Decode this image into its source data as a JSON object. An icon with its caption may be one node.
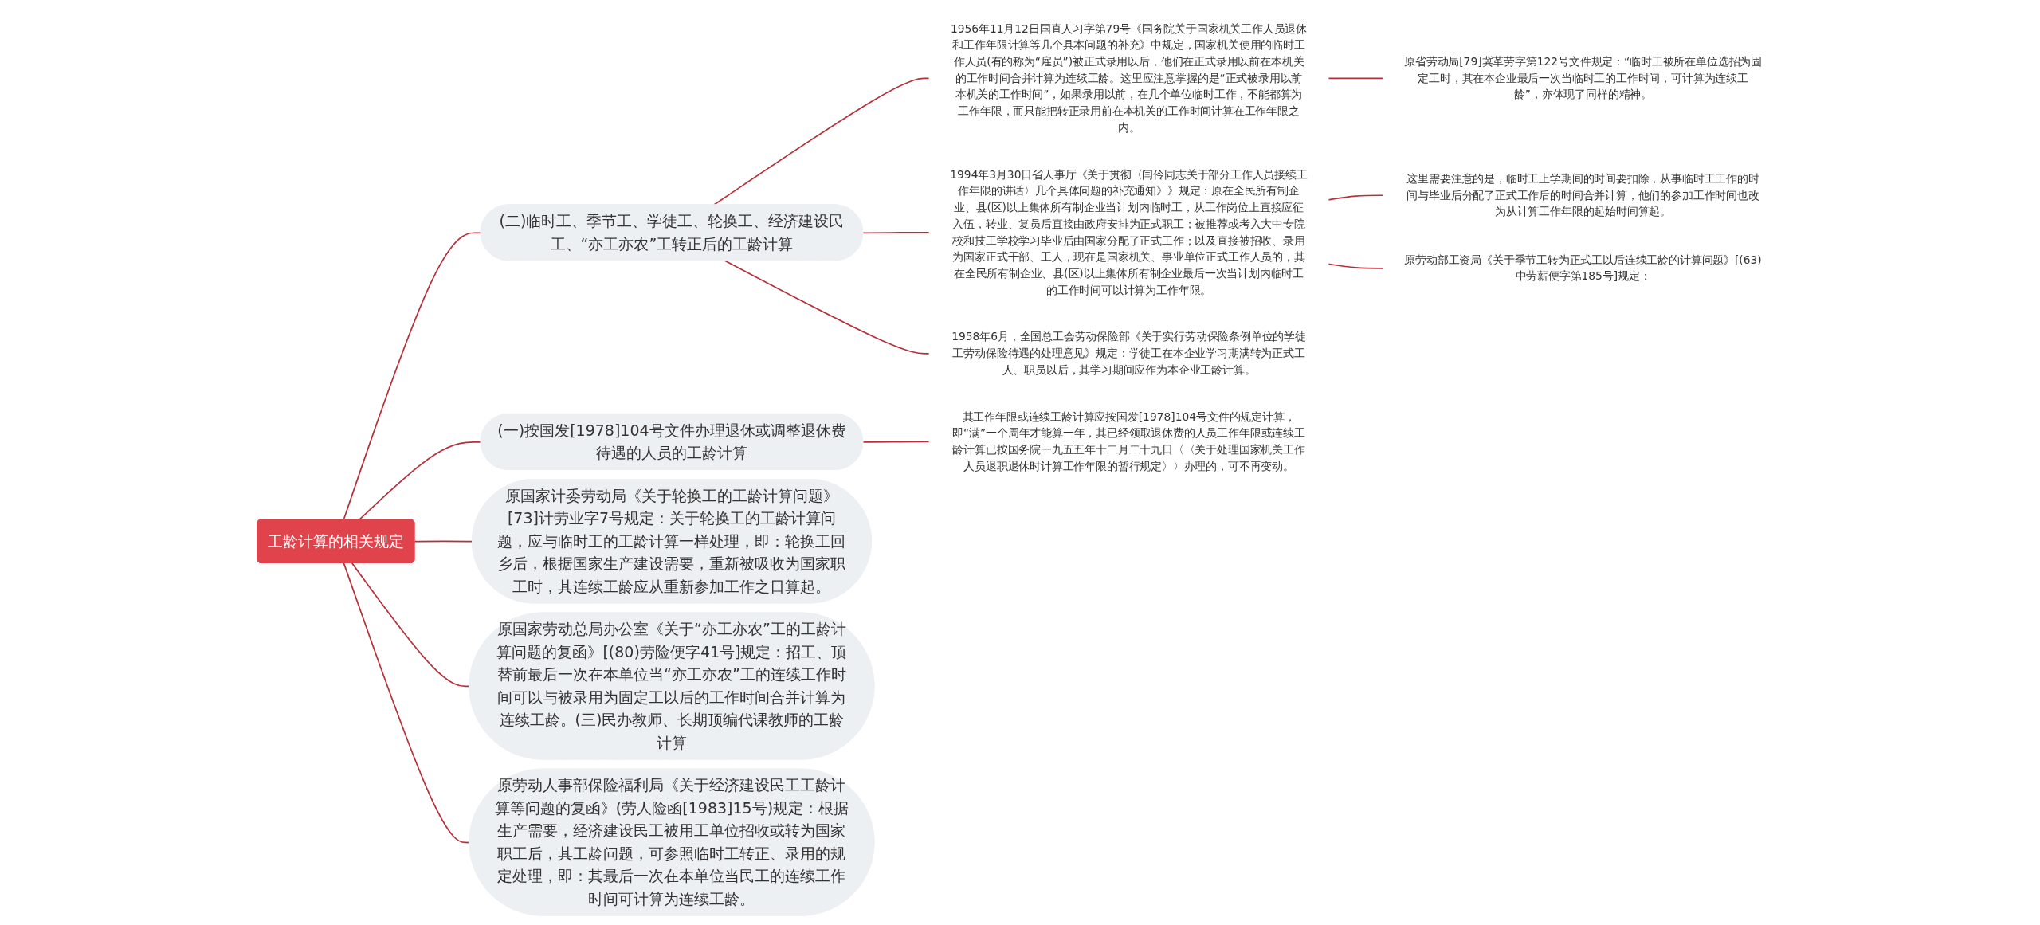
{
  "diagram": {
    "nodes": [
      {
        "text": [
          "工龄计算的相关规定"
        ]
      },
      {
        "text": [
          "(一)按国发[1978]104号文件办理退休或调整退休费待遇的人员的工龄计算"
        ]
      },
      {
        "text": [
          "其工作年限或连续工龄计算应按国发[1978]104号文件的规定计算，即“满”一个周年才能算一年，其已经领取退休费的人员工作年限或连续工龄计算已按国务院一九五五年十二月二十九日〈〈关于处理国家机关工作人员退职退休时计算工作年限的暂行规定〉〉办理的，可不再变动。"
        ]
      },
      {
        "text": [
          "原国家计委劳动局《关于轮换工的工龄计算问题》[73]计劳业字7号规定：关于轮换工的工龄计算问题，应与临时工的工龄计算一样处理，即：轮换工回乡后，根据国家生产建设需要，重新被吸收为国家职工时，其连续工龄应从重新参加工作之日算起。"
        ]
      },
      {
        "text": [
          "原国家劳动总局办公室《关于“亦工亦农”工的工龄计算问题的复函》[(80)劳险便字41号]规定：招工、顶替前最后一次在本单位当“亦工亦农”工的连续工作时间可以与被录用为固定工以后的工作时间合并计算为连续工龄。(三)民办教师、长期顶编代课教师的工龄计算"
        ]
      },
      {
        "text": [
          "(二)临时工、季节工、学徒工、轮换工、经济建设民工、“亦工亦农”工转正后的工龄计算"
        ]
      },
      {
        "text": [
          "1956年11月12日国直人习字第79号《国务院关于国家机关工作人员退休和工作年限计算等几个具本问题的补充》中规定，国家机关使用的临时工作人员(有的称为“雇员”)被正式录用以后，他们在正式录用以前在本机关的工作时间合并计算为连续工龄。这里应注意掌握的是“正式被录用以前本机关的工作时间”，如果录用以前，在几个单位临时工作，不能都算为工作年限，而只能把转正录用前在本机关的工作时间计算在工作年限之内。"
        ]
      },
      {
        "text": [
          "原省劳动局[79]冀革劳字第122号文件规定：“临时工被所在单位选招为固定工时，其在本企业最后一次当临时工的工作时间，可计算为连续工龄”，亦体现了同样的精神。"
        ]
      },
      {
        "text": [
          "1994年3月30日省人事厅《关于贯彻〈闫伶同志关于部分工作人员接续工作年限的讲话〉几个具体问题的补充通知》》规定：原在全民所有制企业、县(区)以上集体所有制企业当计划内临时工，从工作岗位上直接应征入伍，转业、复员后直接由政府安排为正式职工；被推荐或考入大中专院校和技工学校学习毕业后由国家分配了正式工作；以及直接被招收、录用为国家正式干部、工人，现在是国家机关、事业单位正式工作人员的，其在全民所有制企业、县(区)以上集体所有制企业最后一次当计划内临时工的工作时间可以计算为工作年限。"
        ]
      },
      {
        "text": [
          "这里需要注意的是，临时工上学期间的时间要扣除，从事临时工工作的时间与毕业后分配了正式工作后的时间合并计算，他们的参加工作时间也改为从计算工作年限的起始时间算起。"
        ]
      },
      {
        "text": [
          "原劳动部工资局《关于季节工转为正式工以后连续工龄的计算问题》[(63)中劳薪便字第185号]规定："
        ]
      },
      {
        "text": [
          "1958年6月，全国总工会劳动保险部《关于实行劳动保险条例单位的学徒工劳动保险待遇的处理意见》规定：学徒工在本企业学习期满转为正式工人、职员以后，其学习期间应作为本企业工龄计算。"
        ]
      },
      {
        "text": [
          "原劳动人事部保险福利局《关于经济建设民工工龄计算等问题的复函》(劳人险函[1983]15号)规定：根据生产需要，经济建设民工被用工单位招收或转为国家职工后，其工龄问题，可参照临时工转正、录用的规定处理，即：其最后一次在本单位当民工的连续工作时间可计算为连续工龄。"
        ]
      }
    ],
    "edges": [
      {
        "from": 0,
        "to": 1,
        "arrow": "none"
      },
      {
        "from": 1,
        "to": 2,
        "arrow": "none"
      },
      {
        "from": 0,
        "to": 3,
        "arrow": "none"
      },
      {
        "from": 0,
        "to": 4,
        "arrow": "none"
      },
      {
        "from": 0,
        "to": 5,
        "arrow": "none"
      },
      {
        "from": 5,
        "to": 6,
        "arrow": "none"
      },
      {
        "from": 6,
        "to": 7,
        "arrow": "none"
      },
      {
        "from": 5,
        "to": 8,
        "arrow": "none"
      },
      {
        "from": 8,
        "to": 9,
        "arrow": "none"
      },
      {
        "from": 8,
        "to": 10,
        "arrow": "none"
      },
      {
        "from": 5,
        "to": 11,
        "arrow": "none"
      },
      {
        "from": 0,
        "to": 12,
        "arrow": "none"
      }
    ]
  }
}
